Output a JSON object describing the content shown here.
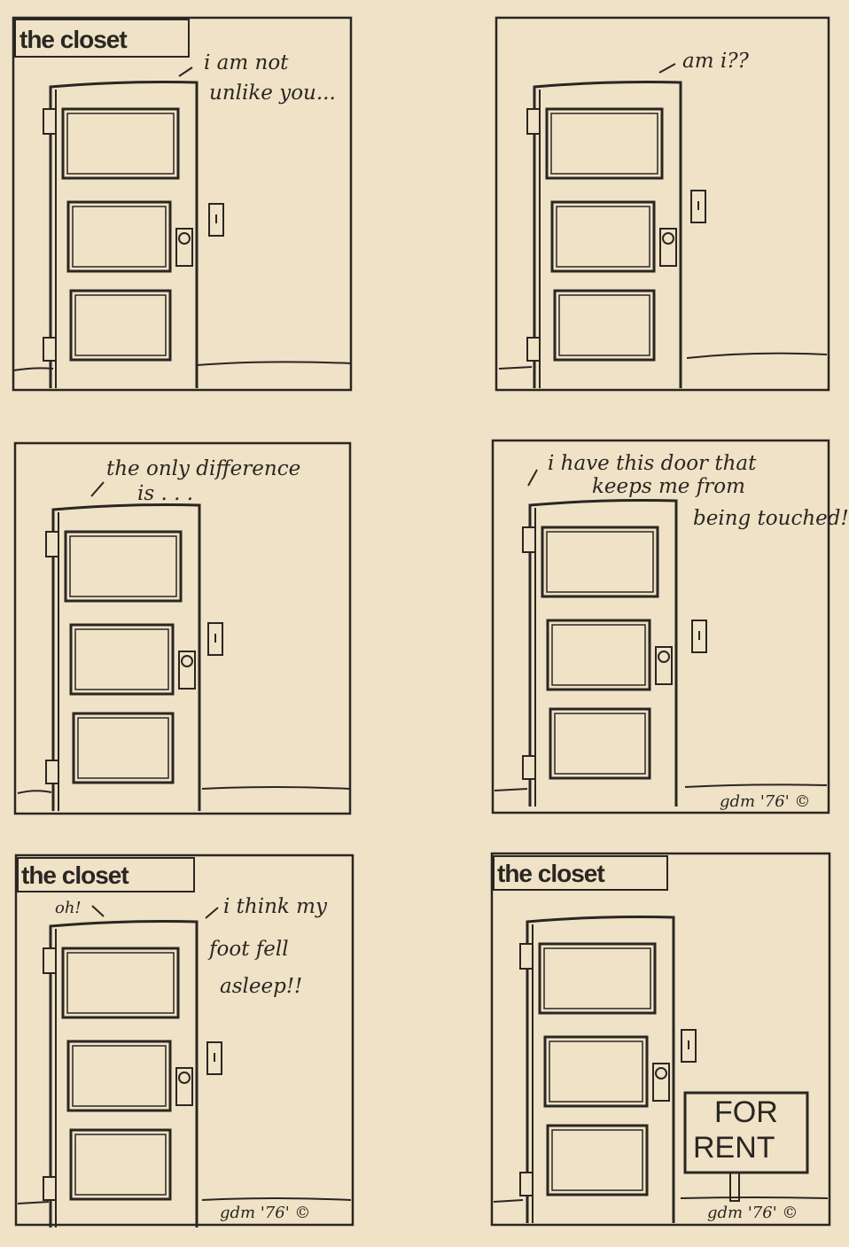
{
  "strip_title": "the closet",
  "panels": {
    "p1": {
      "title": "the closet",
      "line1": "i am not",
      "line2": "unlike you..."
    },
    "p2": {
      "line1": "am i??"
    },
    "p3": {
      "line1": "the only difference",
      "line2": "is . . ."
    },
    "p4": {
      "line1": "i have this door that",
      "line2": "keeps me from",
      "line3": "being touched!",
      "signature": "gdm '76' ©"
    },
    "p5": {
      "title": "the closet",
      "oh": "oh!",
      "line1": "i think my",
      "line2": "foot fell",
      "line3": "asleep!!",
      "signature": "gdm '76' ©"
    },
    "p6": {
      "title": "the closet",
      "sign_line1": "FOR",
      "sign_line2": "RENT",
      "signature": "gdm '76' ©"
    }
  },
  "colors": {
    "paper": "#efe2c6",
    "ink": "#2a2622"
  }
}
